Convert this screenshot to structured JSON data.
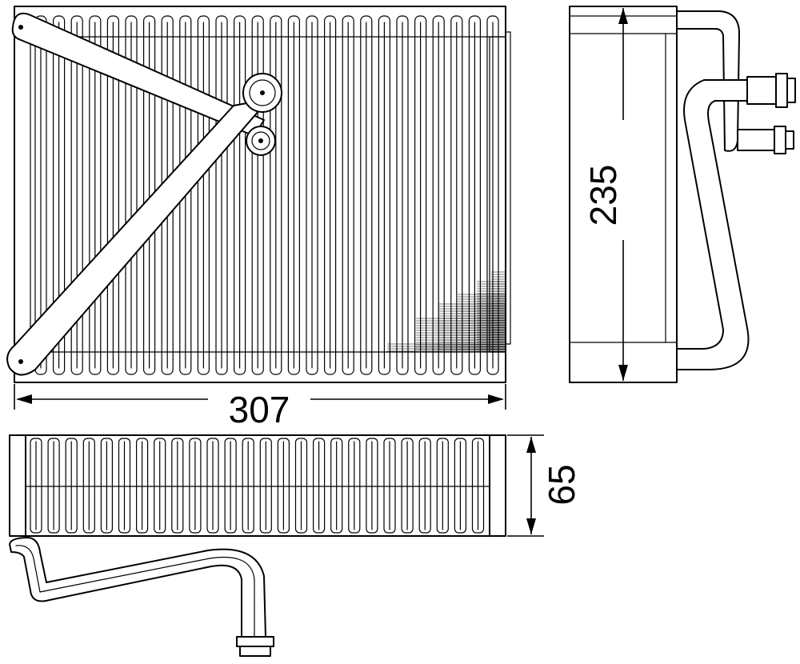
{
  "dimensions": {
    "width": {
      "value": "307",
      "unit": ""
    },
    "height": {
      "value": "235",
      "unit": ""
    },
    "depth": {
      "value": "65",
      "unit": ""
    }
  }
}
